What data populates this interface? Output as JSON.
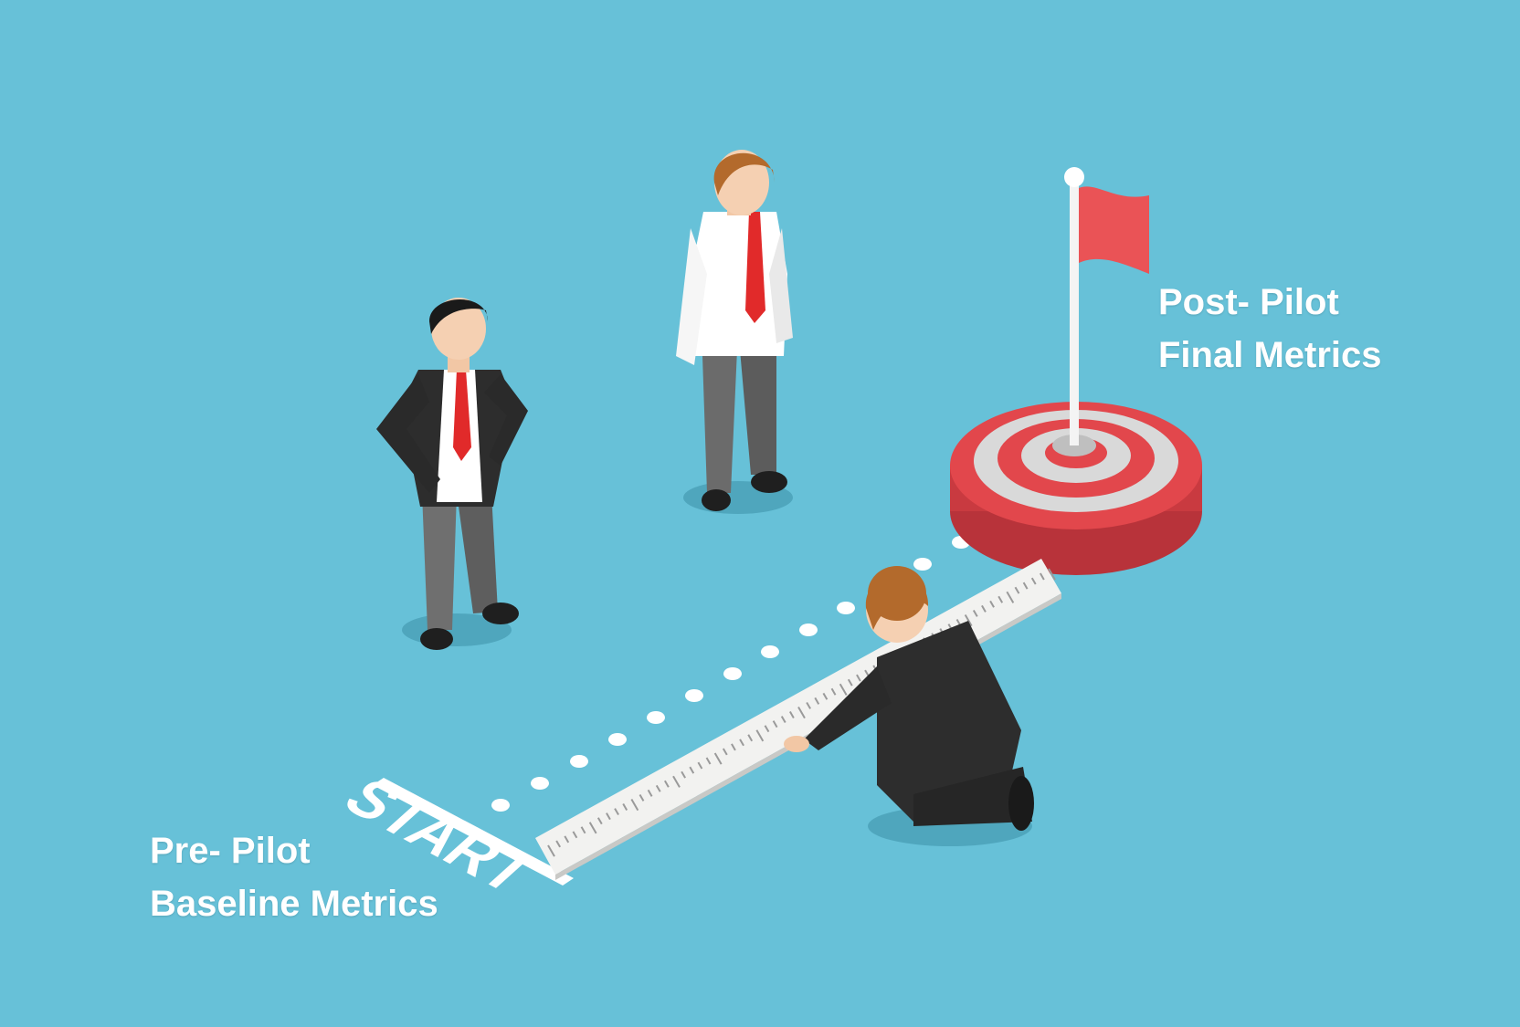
{
  "colors": {
    "background": "#67c1d8",
    "target_red": "#e2474c",
    "flag_red": "#ea5356",
    "ruler": "#f2f2f0",
    "suit_dark": "#2d2d2d",
    "tie_red": "#e12a2a",
    "hair_brown": "#b36a2c"
  },
  "ground_text": {
    "start": "START"
  },
  "captions": {
    "post_pilot": {
      "line1": "Post- Pilot",
      "line2": "Final Metrics"
    },
    "pre_pilot": {
      "line1": "Pre- Pilot",
      "line2": "Baseline Metrics"
    }
  },
  "icons": [
    "flag-icon",
    "target-icon",
    "ruler-icon",
    "businessman-figure"
  ]
}
